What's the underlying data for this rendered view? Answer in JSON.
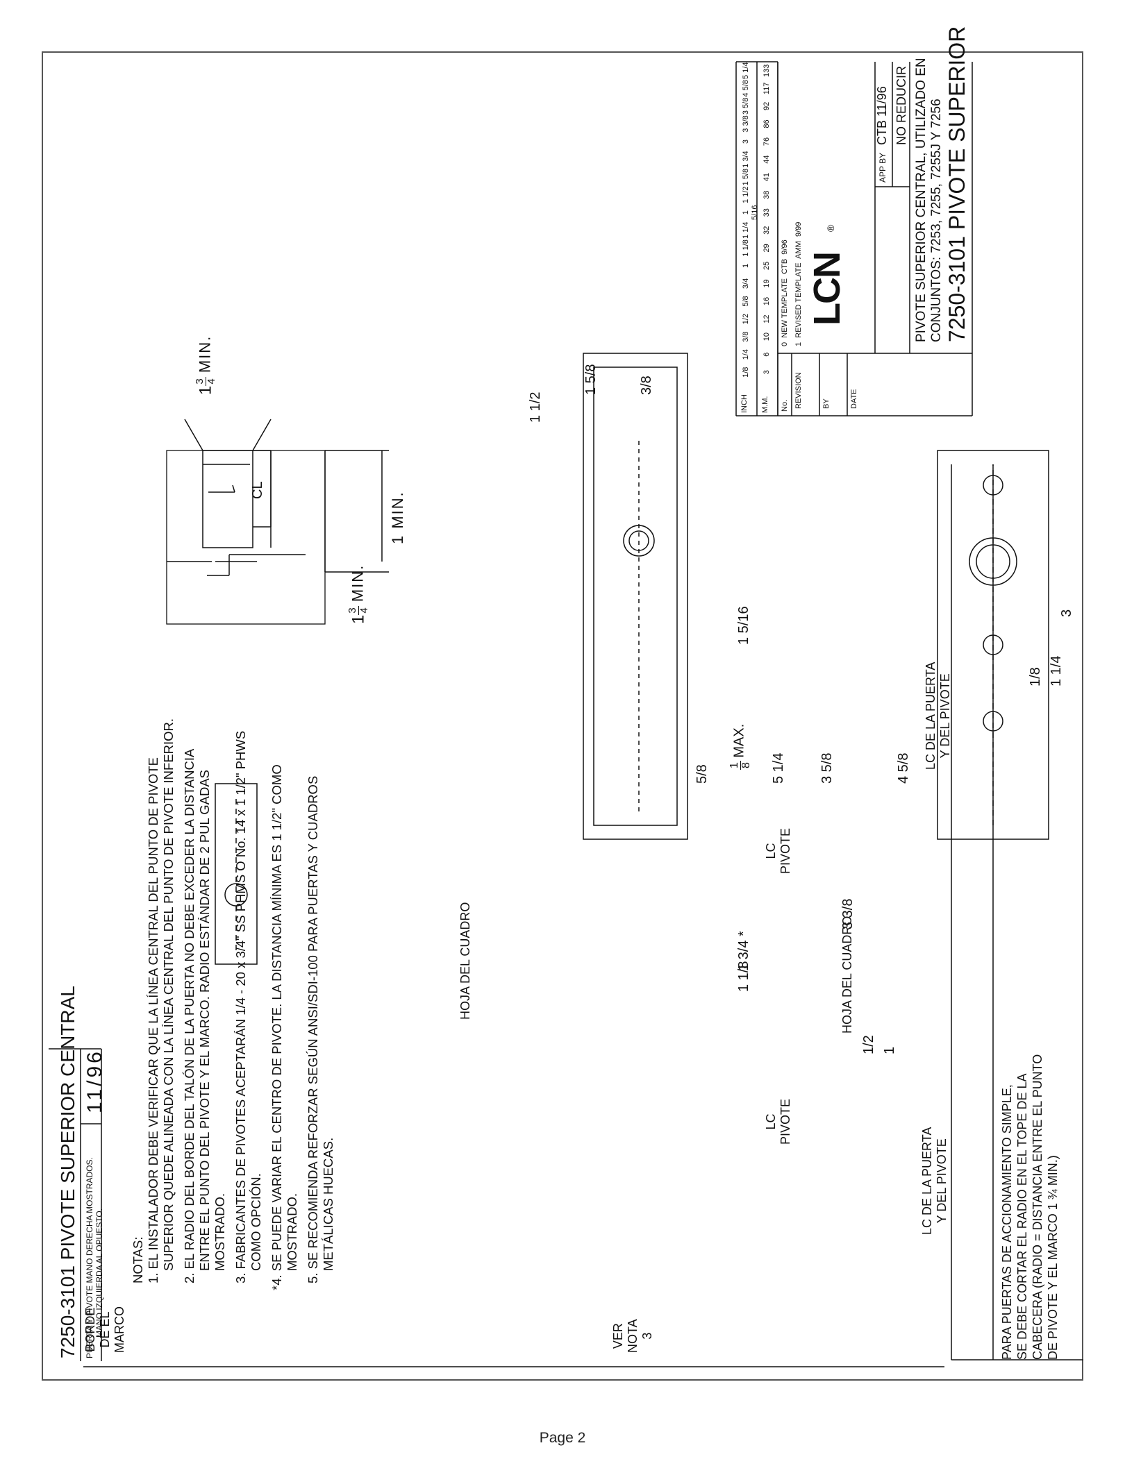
{
  "page": {
    "footer": "Page 2"
  },
  "header": {
    "title": "7250-3101 PIVOTE SUPERIOR CENTRAL",
    "subtitle_line1": "PUERTA Y PIVOTE MANO DERECHA MOSTRADOS.",
    "subtitle_line2": "MANO IZQUIERDA AL OPUESTO.",
    "date": "11/96"
  },
  "notes": {
    "heading": "NOTAS:",
    "lines": [
      "1. EL INSTALADOR DEBE VERIFICAR QUE LA LÍNEA CENTRAL DEL PUNTO DE PIVOTE",
      "SUPERIOR QUEDE ALINEADA  CON  LA LÍNEA CENTRAL DEL PUNTO DE PIVOTE INFERIOR.",
      "2. EL RADIO DEL BORDE DEL TALÓN DE LA PUERTA NO DEBE EXCEDER LA DISTANCIA",
      "ENTRE EL PUNTO DEL  PIVOTE Y EL MARCO. RADIO ESTÁNDAR DE 2 PUL GADAS",
      "MOSTRADO.",
      "3. FABRICANTES DE PIVOTES ACEPTARÁN 1/4  - 20 x 3/4\" SS PHMS O No. 14 x 1 1/2\" PHWS",
      "COMO OPCIÓN.",
      "*4. SE PUEDE VARIAR EL CENTRO DE PIVOTE. LA DISTANCIA MÍNIMA ES 1 1/2\" COMO",
      "MOSTRADO.",
      "5. SE RECOMIENDA REFORZAR SEGÚN ANSI/SDI-100 PARA PUERTAS Y CUADROS",
      "METÁLICAS HUECAS."
    ]
  },
  "detail_labels": {
    "single_action": [
      "PARA PUERTAS DE ACCIONAMIENTO SIMPLE,",
      "SE DEBE CORTAR EL RADIO EN EL TOPE DE LA",
      "CABECERA (RADIO = DISTANCIA ENTRE EL PUNTO",
      "DE PIVOTE Y EL MARCO 1 ¾ MIN.)"
    ],
    "lc_door": [
      "LC DE LA PUERTA",
      "Y DEL PIVOTE"
    ],
    "lc_door2": [
      "LC DE LA PUERTA",
      "Y DEL PIVOTE"
    ],
    "hoja_cuadro": "HOJA DEL CUADRO",
    "hoja_cuadro2": "HOJA DEL CUADRO",
    "borde": [
      "BORDE",
      "DE EL",
      "MARCO"
    ],
    "lc_pivote": [
      "LC",
      "PIVOTE"
    ],
    "lc_pivote2": [
      "LC",
      "PIVOTE"
    ],
    "ver_nota": [
      "VER",
      "NOTA",
      "3"
    ],
    "max": "MAX.",
    "min": "MIN.",
    "min2": "MIN.",
    "min3": "1 MIN.",
    "star": "*",
    "cl": "CL"
  },
  "dimensions": {
    "d_1": "1",
    "d_half": "1/2",
    "d_3_3_8": "3 3/8",
    "d_1_1_8": "1 1/8",
    "d_1_3_4": "1 3/4",
    "d_5_1_4": "5 1/4",
    "d_5_8": "5/8",
    "d_3_5_8": "3 5/8",
    "d_4_5_8": "4 5/8",
    "d_1_5_16": "1 5/16",
    "d_1_8": "1/8",
    "d_1_half": "1 1/2",
    "d_1_5_8": "1 5/8",
    "d_3_8": "3/8",
    "d_1_1_4": "1 1/4",
    "d_3": "3"
  },
  "conversion_table": {
    "row_labels": [
      "INCH",
      "M.M."
    ],
    "inch": [
      "1/8",
      "1/4",
      "3/8",
      "1/2",
      "5/8",
      "3/4",
      "1",
      "1 1/8",
      "1 1/4",
      "1 5/16",
      "1 1/2",
      "1 5/8",
      "1 3/4",
      "3",
      "3 3/8",
      "3 5/8",
      "4 5/8",
      "5 1/4"
    ],
    "mm": [
      "3",
      "6",
      "10",
      "12",
      "16",
      "19",
      "25",
      "29",
      "32",
      "33",
      "38",
      "41",
      "44",
      "76",
      "86",
      "92",
      "117",
      "133"
    ]
  },
  "revisions": {
    "headers": [
      "No.",
      "REVISION",
      "BY",
      "DATE"
    ],
    "rows": [
      {
        "no": "0",
        "rev": "NEW TEMPLATE",
        "by": "CTB",
        "date": "9/96"
      },
      {
        "no": "1",
        "rev": "REVISED TEMPLATE",
        "by": "AMM",
        "date": "9/99"
      }
    ]
  },
  "title_block": {
    "logo": "LCN",
    "app_by_label": "APP BY",
    "app_by_value": "CTB 11/96",
    "no_reducir": "NO REDUCIR",
    "desc_line1": "PIVOTE SUPERIOR CENTRAL, UTILIZADO EN",
    "desc_line2": "CONJUNTOS: 7253, 7255, 7255J Y 7256",
    "part": "7250-3101 PIVOTE SUPERIOR"
  }
}
